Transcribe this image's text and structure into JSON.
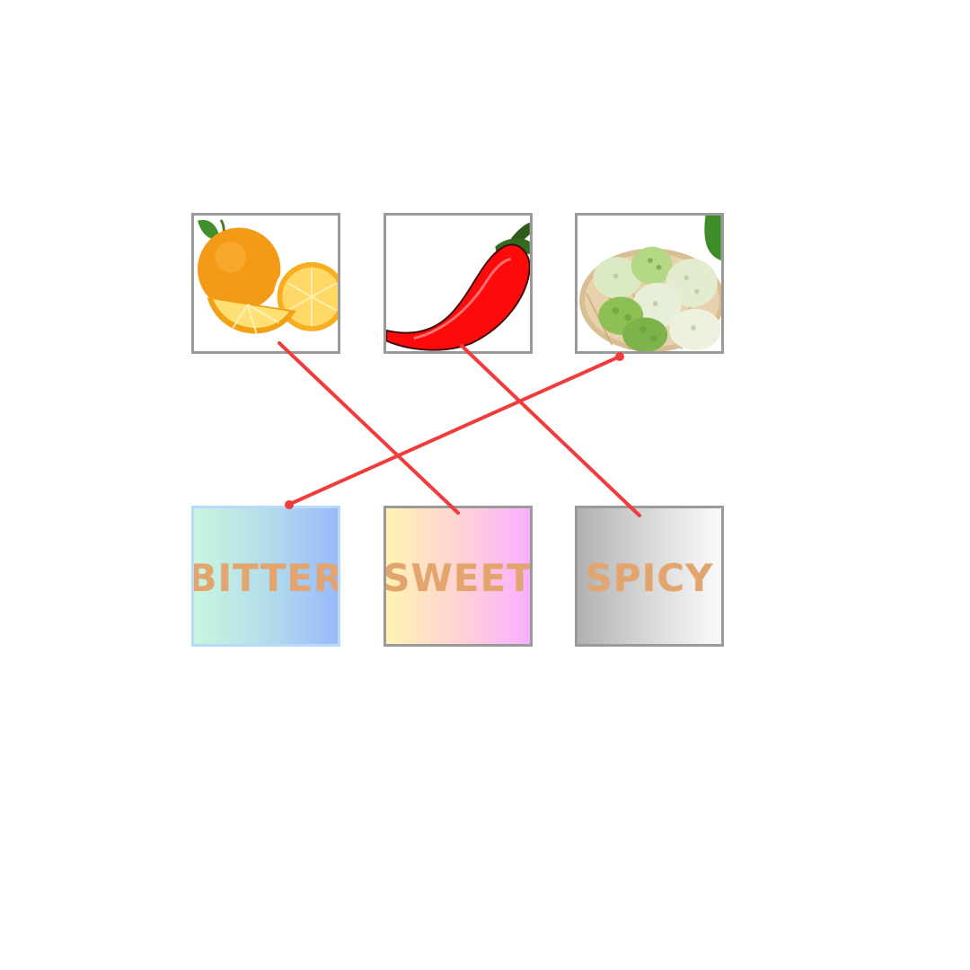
{
  "cards": {
    "top": [
      {
        "name": "orange-image"
      },
      {
        "name": "chili-pepper-image"
      },
      {
        "name": "noni-fruit-image"
      }
    ],
    "bottom": [
      {
        "label": "BITTER"
      },
      {
        "label": "SWEET"
      },
      {
        "label": "SPICY"
      }
    ]
  },
  "colors": {
    "card_border": "#9a9a9a",
    "label_text": "#e3a56d",
    "connection_line": "#f03c3c"
  },
  "connections": [
    {
      "from": "orange-image",
      "to": "SWEET"
    },
    {
      "from": "chili-pepper-image",
      "to": "SPICY"
    },
    {
      "from": "noni-fruit-image",
      "to": "BITTER"
    }
  ]
}
